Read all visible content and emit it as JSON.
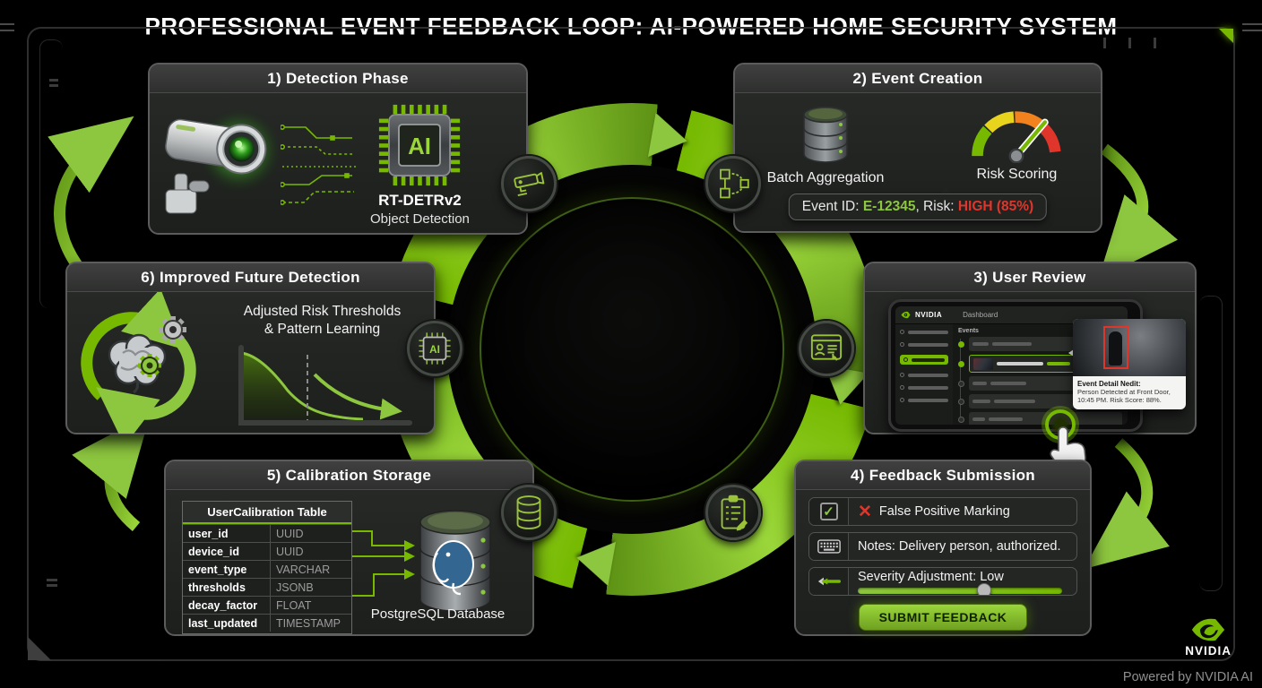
{
  "title": {
    "text": "PROFESSIONAL EVENT FEEDBACK LOOP: AI-POWERED HOME SECURITY SYSTEM"
  },
  "colors": {
    "nvidia_green": "#76b900",
    "band_light": "#8dc63f",
    "risk_red": "#e0352b",
    "panel_bg": "#222422"
  },
  "icons": {
    "check": "✓",
    "cross": "✕",
    "ai_label": "AI",
    "ring_icons": [
      "security-camera",
      "workflow-nodes",
      "ai-chip",
      "user-review-window",
      "database",
      "clipboard-edit"
    ]
  },
  "panels": {
    "detection": {
      "title": "1) Detection Phase",
      "chip_label": "AI",
      "model": "RT-DETRv2",
      "model_sub": "Object Detection"
    },
    "event_creation": {
      "title": "2) Event Creation",
      "batch_label": "Batch Aggregation",
      "risk_label": "Risk Scoring",
      "banner": {
        "prefix": "Event ID: ",
        "event_id": "E-12345",
        "mid": ", Risk: ",
        "risk_value": "HIGH (85%)"
      }
    },
    "user_review": {
      "title": "3) User Review",
      "tablet": {
        "brand": "NVIDIA",
        "header": "Dashboard",
        "section": "Events"
      },
      "popup": {
        "heading": "Event Detail Nedit:",
        "line1": "Person Detected at Front Door,",
        "line2": "10:45 PM. Risk Score: 88%."
      }
    },
    "feedback": {
      "title": "4) Feedback Submission",
      "false_positive_label": "False Positive Marking",
      "notes_label": "Notes: Delivery person, authorized.",
      "severity_label": "Severity Adjustment: Low",
      "slider_thumb_style": "left:62%",
      "submit_label": "SUBMIT FEEDBACK"
    },
    "calibration": {
      "title": "5) Calibration Storage",
      "table_title": "UserCalibration Table",
      "fields": [
        {
          "name": "user_id",
          "type": "UUID"
        },
        {
          "name": "device_id",
          "type": "UUID"
        },
        {
          "name": "event_type",
          "type": "VARCHAR"
        },
        {
          "name": "thresholds",
          "type": "JSONB"
        },
        {
          "name": "decay_factor",
          "type": "FLOAT"
        },
        {
          "name": "last_updated",
          "type": "TIMESTAMP"
        }
      ],
      "db_label": "PostgreSQL Database"
    },
    "improved": {
      "title": "6) Improved Future Detection",
      "caption1": "Adjusted Risk Thresholds",
      "caption2": "& Pattern Learning"
    }
  },
  "footer": {
    "brand": "NVIDIA",
    "powered_by": "Powered by NVIDIA AI"
  }
}
